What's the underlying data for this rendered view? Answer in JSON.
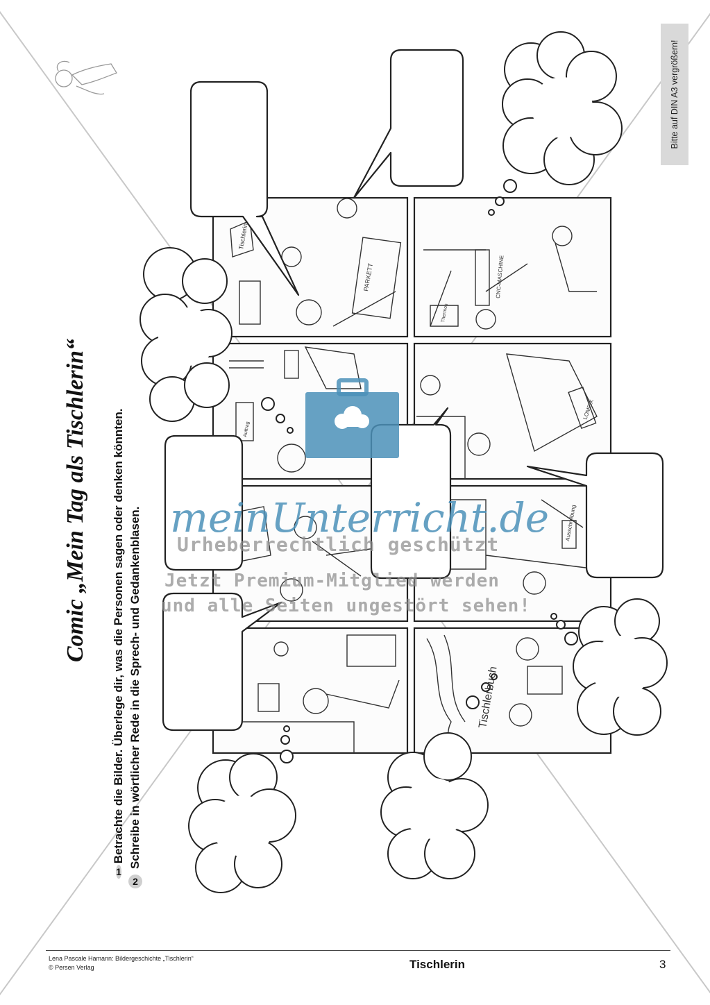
{
  "worksheet": {
    "title": "Comic „Mein Tag als Tischlerin“",
    "tasks": [
      {
        "number": "1",
        "text": "Betrachte die Bilder. Überlege dir, was die Personen sagen oder denken könnten."
      },
      {
        "number": "2",
        "text": "Schreibe in wörtlicher Rede in die Sprech- und Gedankenblasen."
      }
    ],
    "side_note": "Bitte auf DIN A3 vergrößern!",
    "comic_labels": {
      "sign": "Tischlerin",
      "parquet": "PARKETT",
      "machine": "CNC-MASCHINE",
      "thermos": "Thermos",
      "order": "Auftrag",
      "lomfix": "LOMFIX",
      "notebook": "Ausschreibung",
      "book": "Tischlerbuch"
    }
  },
  "footer": {
    "author": "Lena Pascale Hamann: Bildergeschichte „Tischlerin“",
    "publisher": "© Persen Verlag",
    "topic": "Tischlerin",
    "page_number": "3"
  },
  "watermark": {
    "brand": "meinUnterricht.de",
    "line1": "Urheberrechtlich geschützt",
    "line2": "Jetzt Premium-Mitglied werden",
    "line3": "und alle Seiten ungestört sehen!"
  },
  "colors": {
    "watermark_blue": "#4b91b9",
    "side_tab_gray": "#d9d9d9",
    "line_color": "#222222"
  }
}
